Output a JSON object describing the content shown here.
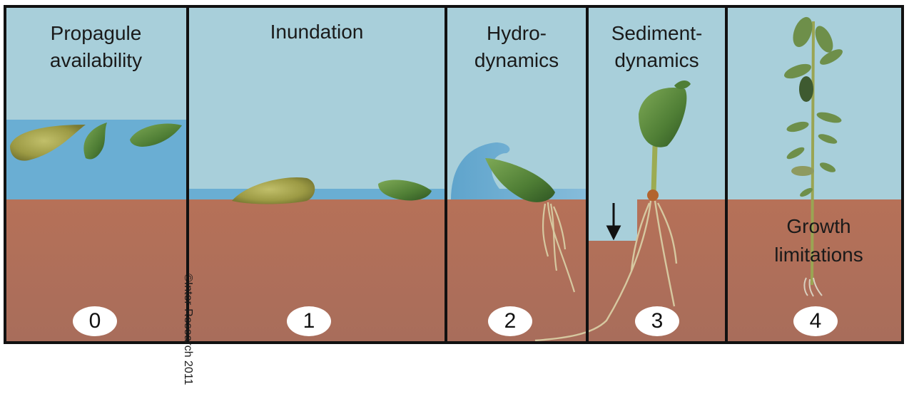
{
  "colors": {
    "sky": "#a8cfda",
    "water": "#6aaed3",
    "soil_top": "#b67158",
    "soil_bottom": "#a76c59",
    "border": "#111111",
    "propagule_yellow": "#a3a14d",
    "propagule_green": "#4d7a3a"
  },
  "panels": [
    {
      "id": "p0",
      "title": "Propagule\navailability",
      "number": "0"
    },
    {
      "id": "p1",
      "title": "Inundation",
      "number": "1"
    },
    {
      "id": "p2",
      "title": "Hydro-\ndynamics",
      "number": "2"
    },
    {
      "id": "p3",
      "title": "Sediment-\ndynamics",
      "number": "3"
    },
    {
      "id": "p4",
      "title": "",
      "number": "4",
      "label": "Growth\nlimitations"
    }
  ],
  "copyright": "©Inter-Research 2011"
}
